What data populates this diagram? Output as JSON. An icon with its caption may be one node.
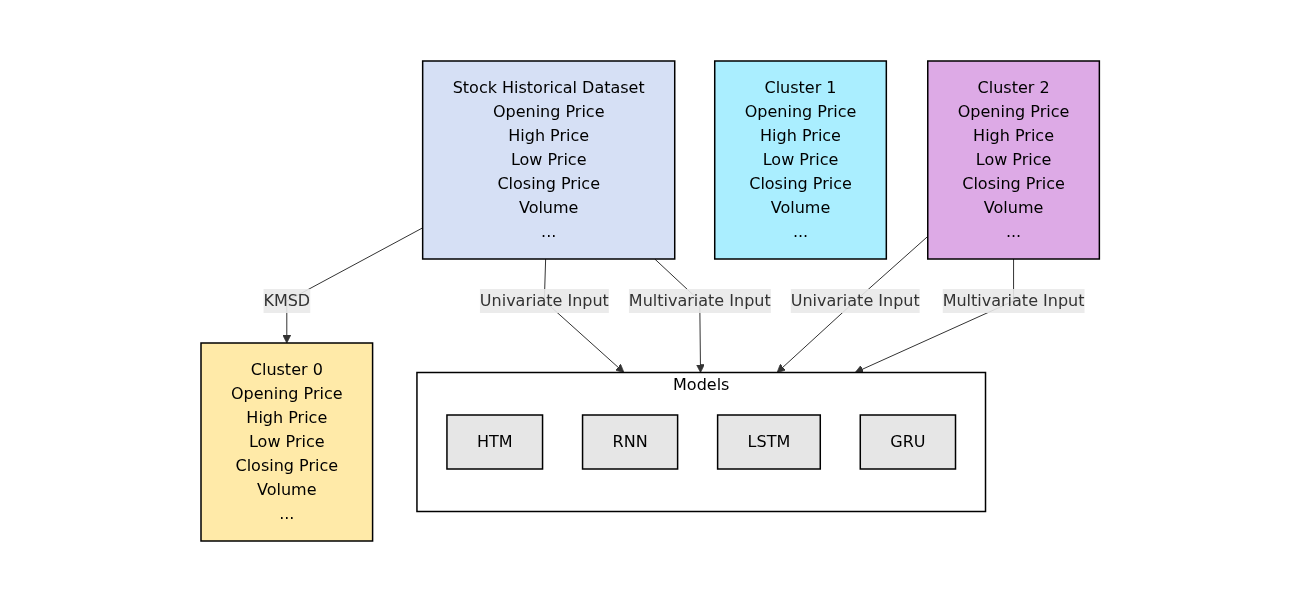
{
  "diagram": {
    "nodes": [
      {
        "text": [
          "Stock Historical Dataset",
          "Opening Price",
          "High Price",
          "Low Price",
          "Closing Price",
          "Volume",
          "..."
        ]
      },
      {
        "text": [
          "Cluster 0",
          "Opening Price",
          "High Price",
          "Low Price",
          "Closing Price",
          "Volume",
          "..."
        ]
      },
      {
        "text": [
          "Cluster 1",
          "Opening Price",
          "High Price",
          "Low Price",
          "Closing Price",
          "Volume",
          "..."
        ]
      },
      {
        "text": [
          "Cluster 2",
          "Opening Price",
          "High Price",
          "Low Price",
          "Closing Price",
          "Volume",
          "..."
        ]
      },
      {
        "text": [
          "Models"
        ]
      },
      {
        "text": [
          "HTM"
        ],
        "in": 4
      },
      {
        "text": [
          "RNN"
        ],
        "in": 4
      },
      {
        "text": [
          "LSTM"
        ],
        "in": 4
      },
      {
        "text": [
          "GRU"
        ],
        "in": 4
      }
    ],
    "edges": [
      {
        "from": 0,
        "to": 1,
        "arrow": "to",
        "label": "KMSD"
      },
      {
        "from": 0,
        "to": 4,
        "arrow": "to",
        "label": "Univariate Input"
      },
      {
        "from": 0,
        "to": 4,
        "arrow": "to",
        "label": "Multivariate Input"
      },
      {
        "from": 3,
        "to": 4,
        "arrow": "to",
        "label": "Univariate Input"
      },
      {
        "from": 3,
        "to": 4,
        "arrow": "to",
        "label": "Multivariate Input"
      }
    ]
  }
}
